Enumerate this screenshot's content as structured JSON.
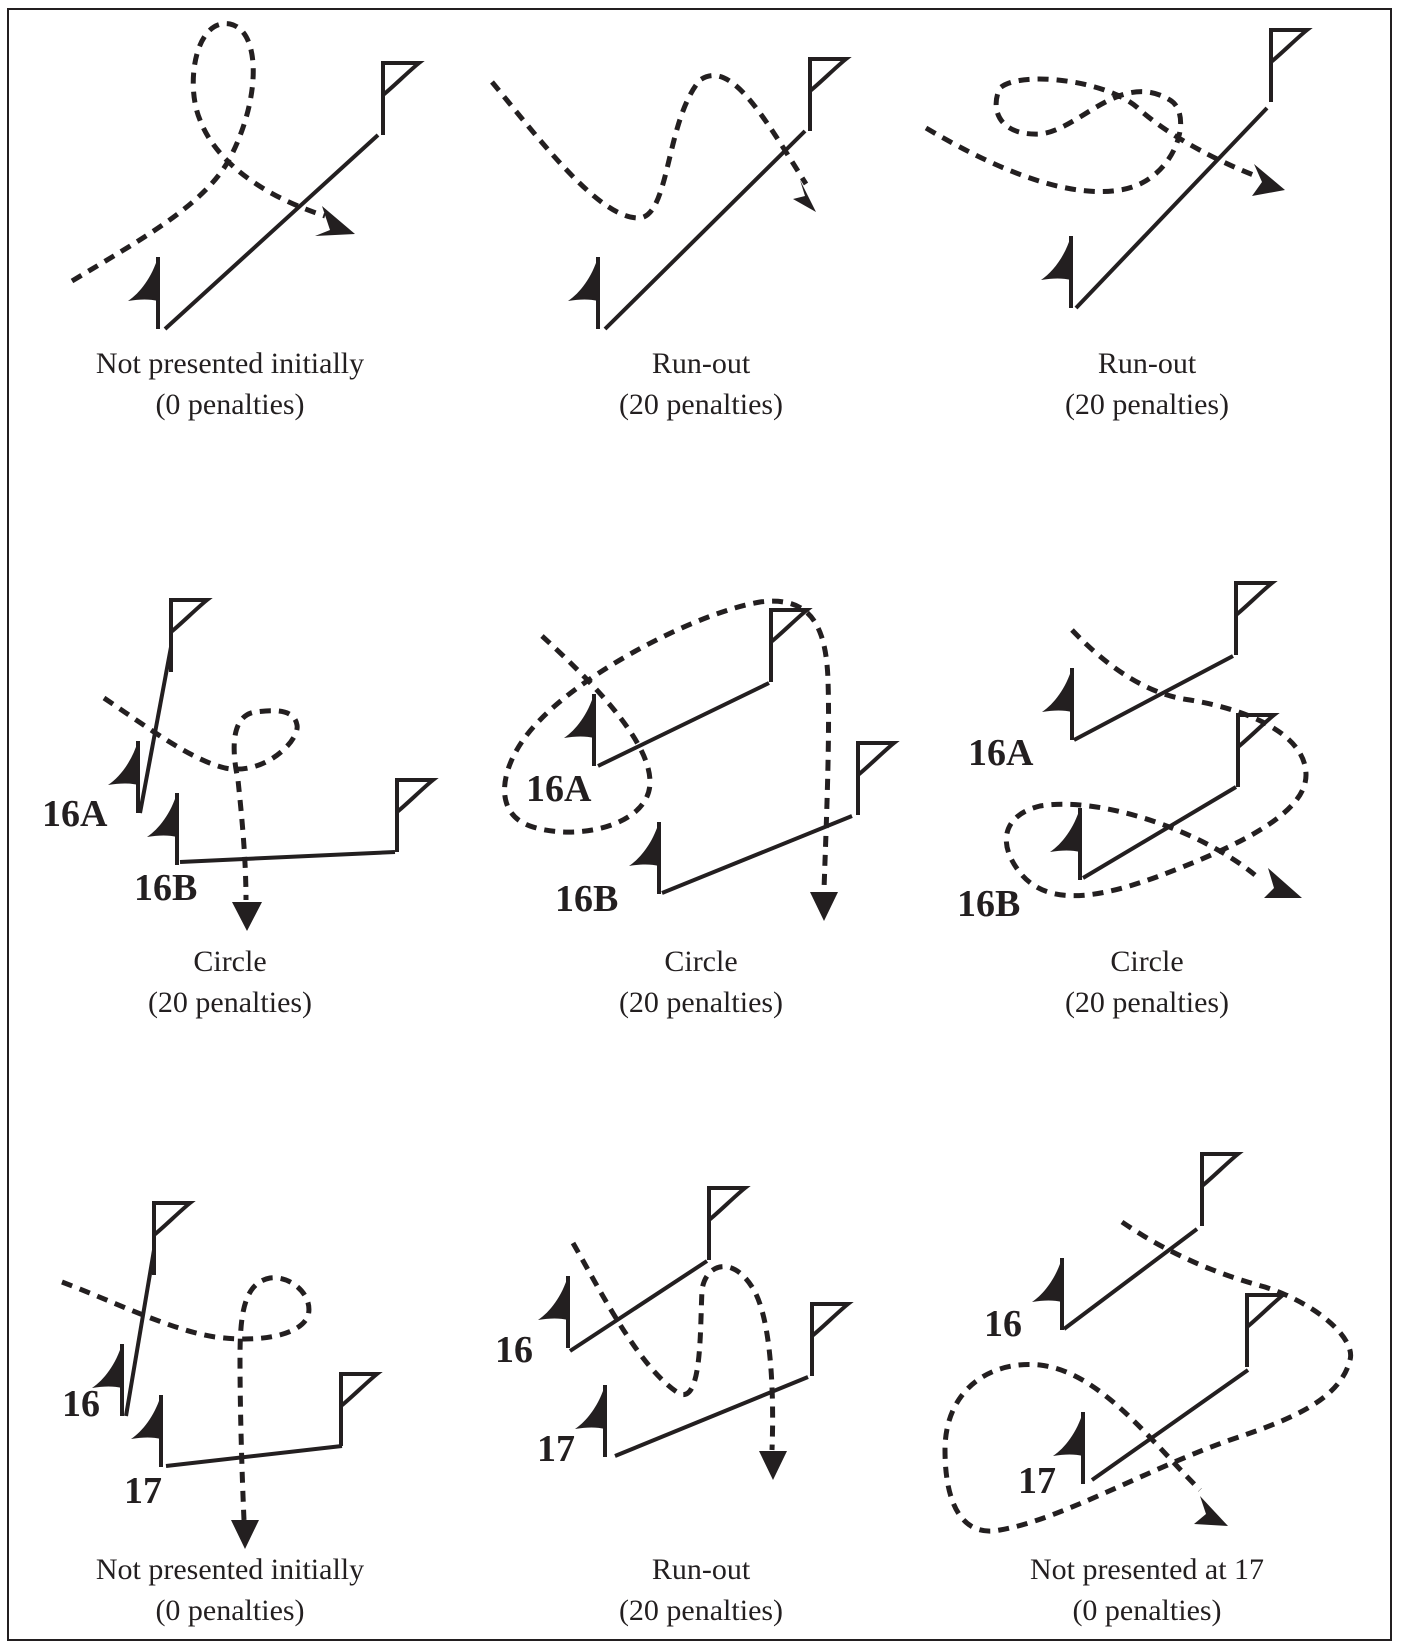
{
  "panels": [
    {
      "title": "Not presented initially",
      "penalty": "(0 penalties)"
    },
    {
      "title": "Run-out",
      "penalty": "(20 penalties)"
    },
    {
      "title": "Run-out",
      "penalty": "(20 penalties)"
    },
    {
      "title": "Circle",
      "penalty": "(20 penalties)",
      "labels": [
        "16A",
        "16B"
      ]
    },
    {
      "title": "Circle",
      "penalty": "(20 penalties)",
      "labels": [
        "16A",
        "16B"
      ]
    },
    {
      "title": "Circle",
      "penalty": "(20 penalties)",
      "labels": [
        "16A",
        "16B"
      ]
    },
    {
      "title": "Not presented initially",
      "penalty": "(0 penalties)",
      "labels": [
        "16",
        "17"
      ]
    },
    {
      "title": "Run-out",
      "penalty": "(20 penalties)",
      "labels": [
        "16",
        "17"
      ]
    },
    {
      "title": "Not presented at 17",
      "penalty": "(0 penalties)",
      "labels": [
        "16",
        "17"
      ]
    }
  ],
  "colors": {
    "ink": "#231f20",
    "background": "#ffffff"
  }
}
